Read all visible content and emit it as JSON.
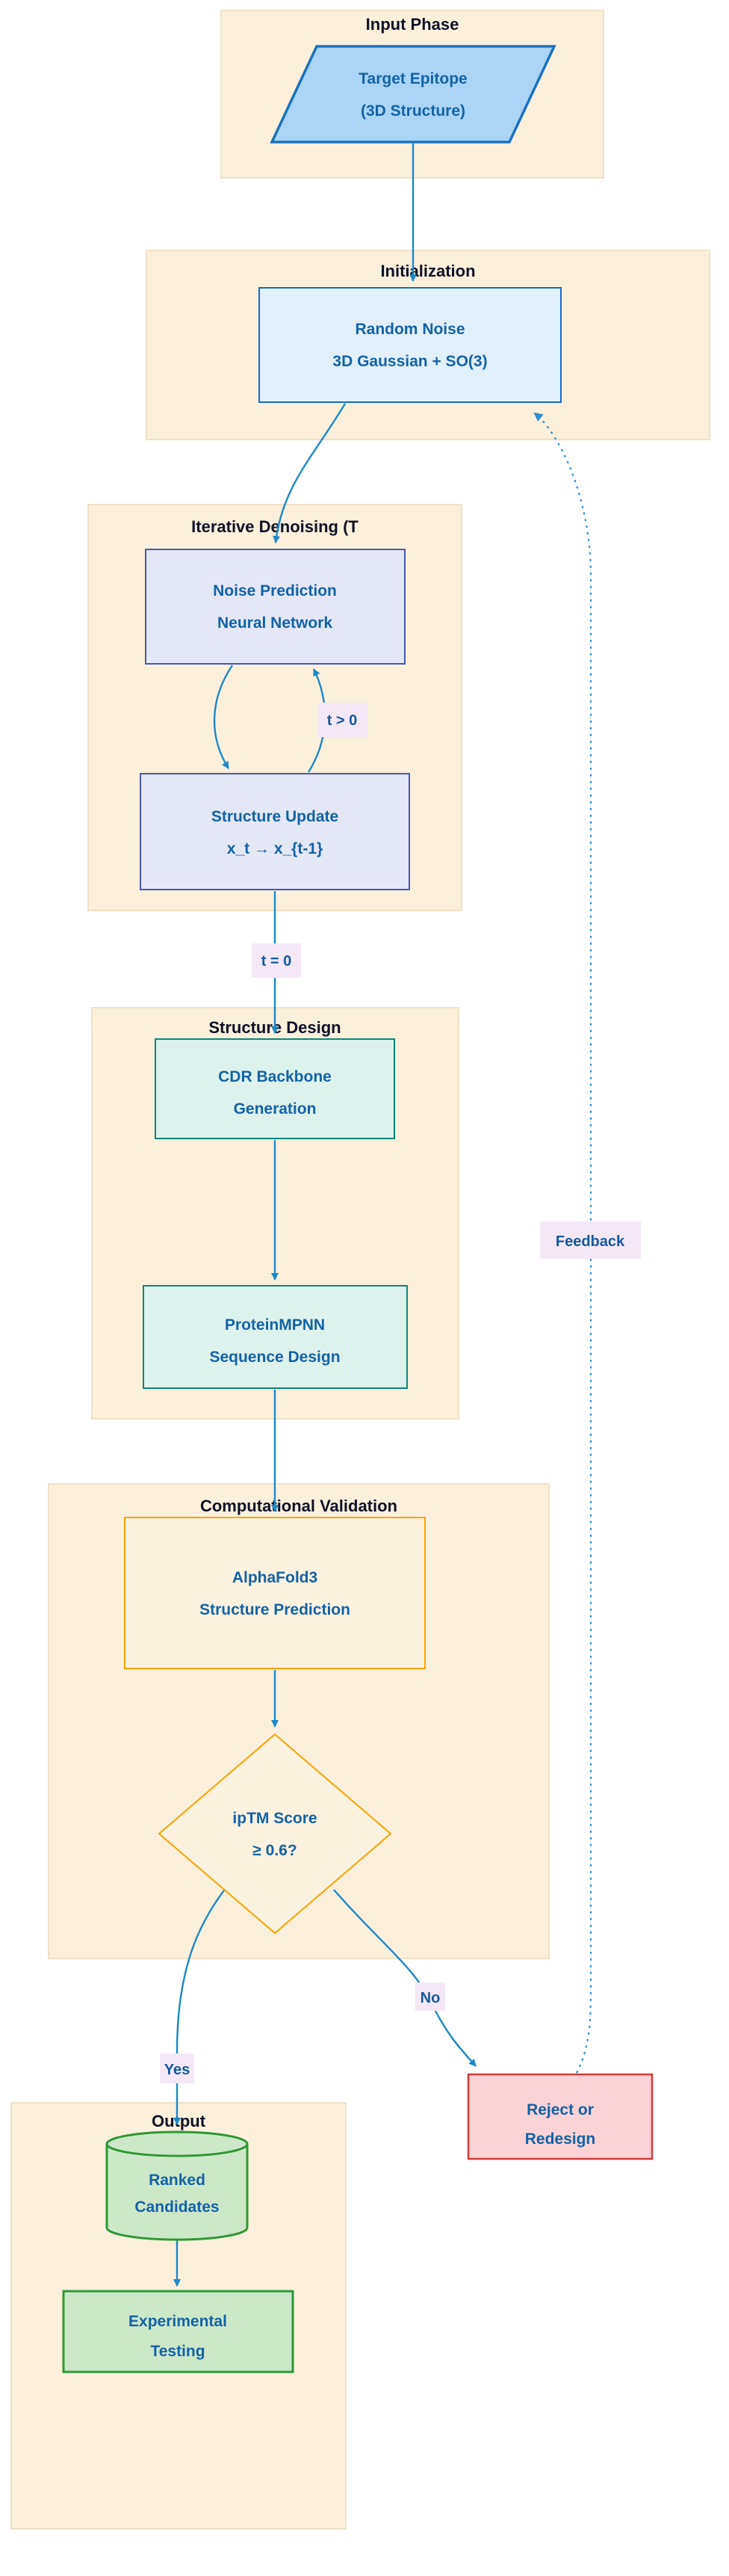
{
  "diagram": {
    "subgraphs": {
      "input_phase": {
        "title": "Input Phase"
      },
      "initialization": {
        "title": "Initialization"
      },
      "iterative_denoising": {
        "title": "Iterative Denoising (T"
      },
      "structure_design": {
        "title": "Structure Design"
      },
      "computational_validation": {
        "title": "Computational Validation"
      },
      "output": {
        "title": "Output"
      }
    },
    "nodes": {
      "target_epitope": {
        "shape": "parallelogram",
        "line1": "Target Epitope",
        "line2": "(3D Structure)"
      },
      "random_noise": {
        "shape": "rect",
        "line1": "Random Noise",
        "line2": "3D Gaussian + SO(3)"
      },
      "noise_prediction": {
        "shape": "rect",
        "line1": "Noise Prediction",
        "line2": "Neural Network"
      },
      "structure_update": {
        "shape": "rect",
        "line1": "Structure Update",
        "line2": "x_t → x_{t-1}"
      },
      "cdr_backbone": {
        "shape": "rect",
        "line1": "CDR Backbone",
        "line2": "Generation"
      },
      "proteinmpnn": {
        "shape": "rect",
        "line1": "ProteinMPNN",
        "line2": "Sequence Design"
      },
      "alphafold3": {
        "shape": "rect",
        "line1": "AlphaFold3",
        "line2": "Structure Prediction"
      },
      "iptm_decision": {
        "shape": "diamond",
        "line1": "ipTM Score",
        "line2": "≥ 0.6?"
      },
      "ranked_candidates": {
        "shape": "cylinder",
        "line1": "Ranked",
        "line2": "Candidates"
      },
      "experimental_testing": {
        "shape": "rect",
        "line1": "Experimental",
        "line2": "Testing"
      },
      "reject_redesign": {
        "shape": "rect",
        "line1": "Reject or",
        "line2": "Redesign"
      }
    },
    "edge_labels": {
      "loop": "t > 0",
      "exit_loop": "t = 0",
      "yes": "Yes",
      "no": "No",
      "feedback": "Feedback"
    },
    "colors": {
      "arrow": "#1E88C8",
      "subgraph_bg": "#FBF0DC",
      "subgraph_border": "#EADABB",
      "node_text": "#1263A6",
      "title_text": "#0E1228",
      "edge_label_bg": "#F4E8F7",
      "parallelogram_fill": "#ABD5F6",
      "parallelogram_border": "#1A73C1",
      "init_fill": "#E2F0FB",
      "init_border": "#1A6BBE",
      "denoise_fill": "#E4E7F6",
      "denoise_border": "#4A58B8",
      "design_fill": "#DDF2ED",
      "design_border": "#0F8578",
      "validation_fill": "#FCF2E0",
      "validation_border": "#F9A400",
      "output_fill": "#CDE8C8",
      "output_border": "#2E9732",
      "reject_fill": "#FBD2D6",
      "reject_border": "#D23B3B"
    }
  }
}
